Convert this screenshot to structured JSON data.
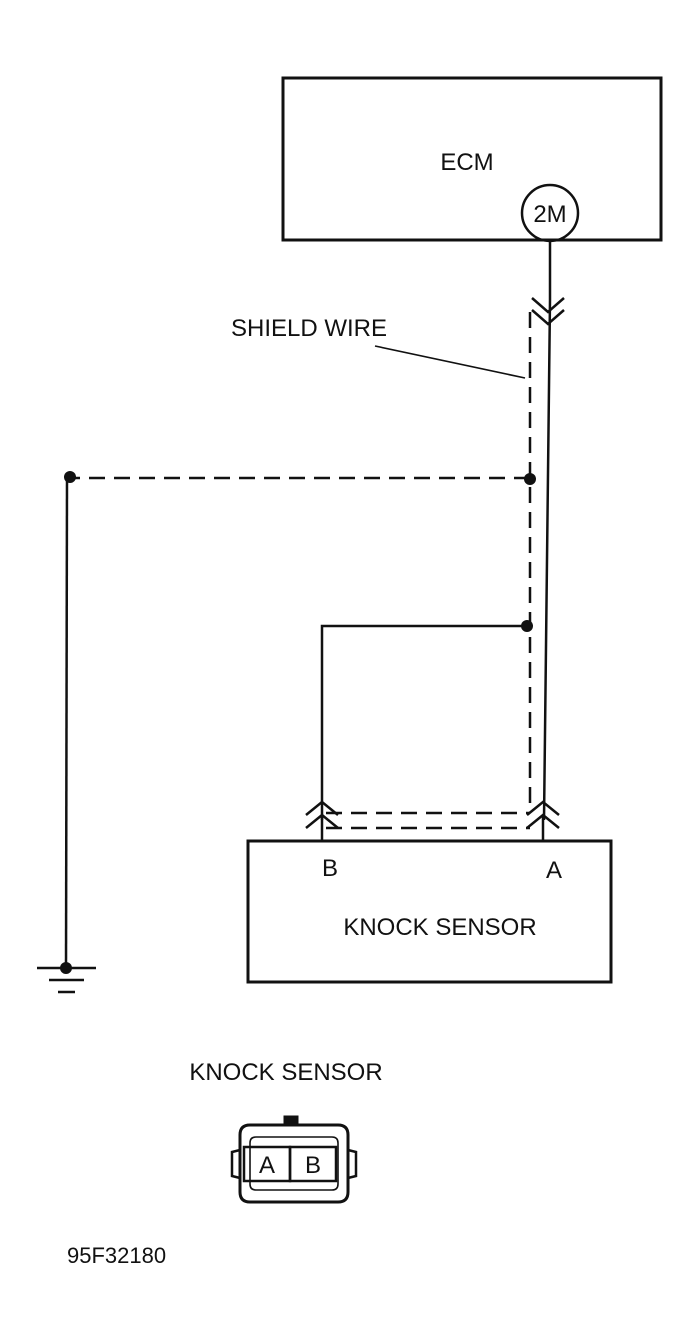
{
  "ecm": {
    "label": "ECM",
    "terminal": "2M"
  },
  "shield_wire": {
    "label": "SHIELD WIRE"
  },
  "sensor": {
    "label": "KNOCK SENSOR",
    "pin_a": "A",
    "pin_b": "B"
  },
  "connector": {
    "title": "KNOCK SENSOR",
    "pin_a": "A",
    "pin_b": "B"
  },
  "figure_id": "95F32180"
}
